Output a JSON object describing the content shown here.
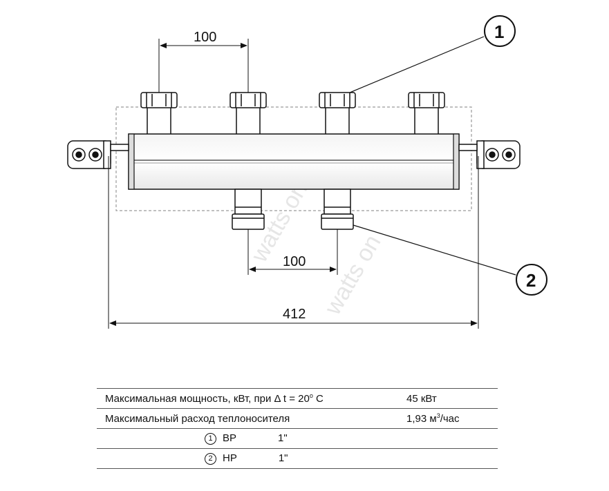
{
  "drawing": {
    "dimensions": {
      "top_spacing": "100",
      "bottom_spacing": "100",
      "overall_length": "412"
    },
    "callouts": [
      {
        "number": "1"
      },
      {
        "number": "2"
      }
    ],
    "watermark": "watts on"
  },
  "table": {
    "rows": [
      {
        "label_prefix": "Максимальная мощность, кВт, при ",
        "delta": "Δ",
        "label_mid": " t = 20",
        "degree": "o",
        "label_suffix": " C",
        "value": "45 кВт"
      },
      {
        "label": "Максимальный расход теплоносителя",
        "value_main": "1,93 м",
        "value_sup": "3",
        "value_tail": "/час"
      }
    ],
    "ports": [
      {
        "number": "1",
        "name": "ВР",
        "value": "1\""
      },
      {
        "number": "2",
        "name": "НР",
        "value": "1\""
      }
    ]
  }
}
